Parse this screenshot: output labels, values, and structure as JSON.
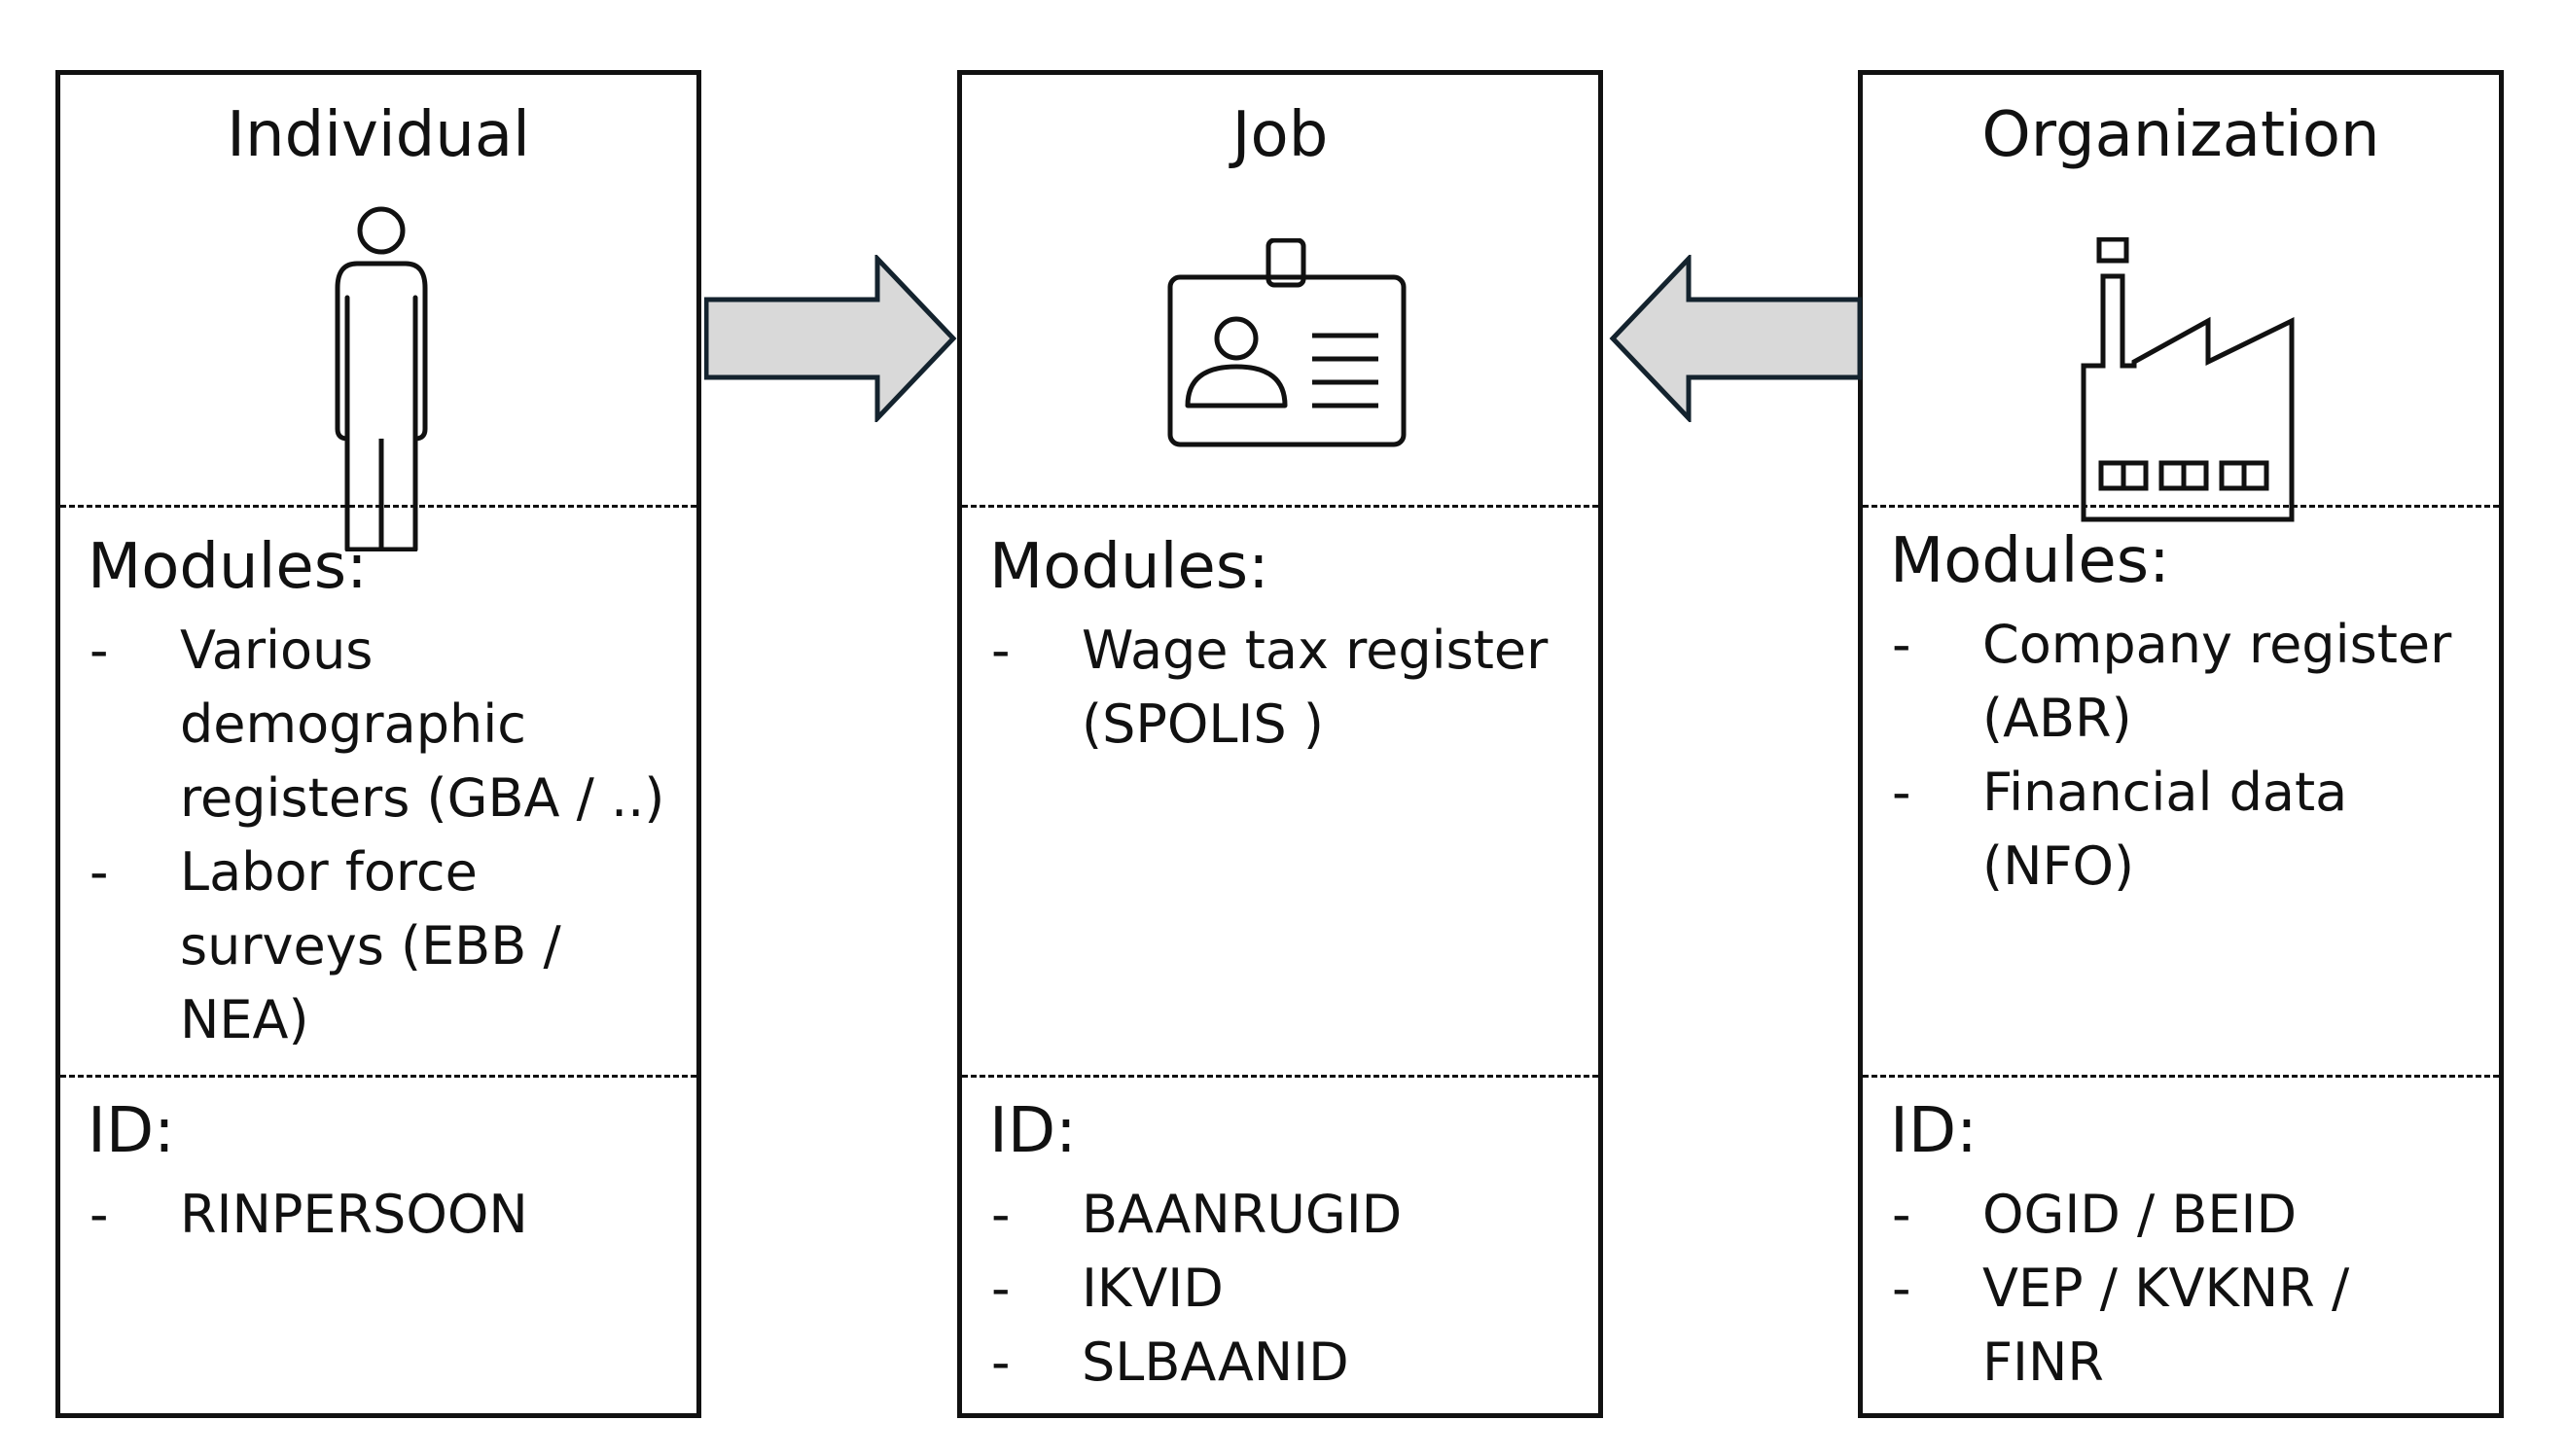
{
  "panels": {
    "individual": {
      "title": "Individual",
      "icon": "person-icon",
      "modules_heading": "Modules:",
      "modules": [
        "Various demographic registers (GBA / ..)",
        "Labor force surveys (EBB / NEA)"
      ],
      "id_heading": "ID:",
      "ids": [
        "RINPERSOON"
      ]
    },
    "job": {
      "title": "Job",
      "icon": "id-badge-icon",
      "modules_heading": "Modules:",
      "modules": [
        "Wage tax register (SPOLIS )"
      ],
      "id_heading": "ID:",
      "ids": [
        "BAANRUGID",
        "IKVID",
        "SLBAANID"
      ]
    },
    "organization": {
      "title": "Organization",
      "icon": "factory-icon",
      "modules_heading": "Modules:",
      "modules": [
        "Company register (ABR)",
        "Financial data (NFO)"
      ],
      "id_heading": "ID:",
      "ids": [
        "OGID / BEID",
        "VEP / KVKNR / FINR"
      ]
    }
  },
  "bullet": "-",
  "colors": {
    "arrow_fill": "#d9d9d9",
    "arrow_stroke": "#14232e",
    "border": "#111111"
  }
}
